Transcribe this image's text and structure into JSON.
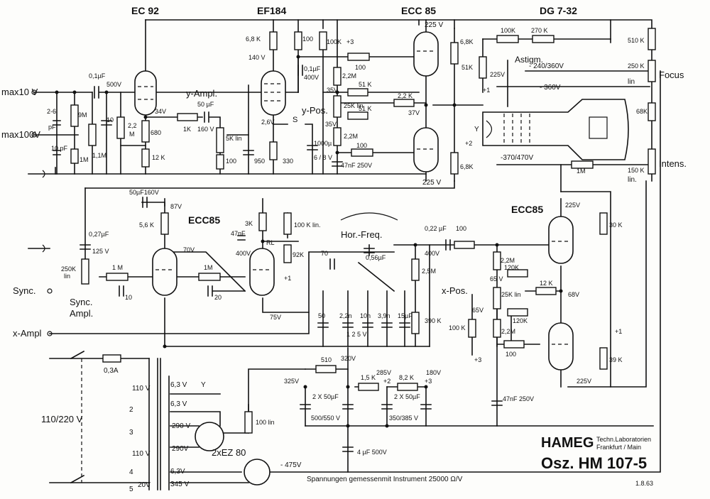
{
  "tubes": {
    "ec92": "EC 92",
    "ef184": "EF184",
    "ecc85_top": "ECC 85",
    "crt": "DG  7-32",
    "ecc85_sync": "ECC85",
    "ecc85_x": "ECC85",
    "rectifier": "2xEZ 80"
  },
  "inputs": {
    "max10": "max10 V",
    "max100": "max100V",
    "sync": "Sync.",
    "xampl": "x-Ampl"
  },
  "sections": {
    "y_ampl": "y-Ampl.",
    "y_pos": "y-Pos.",
    "hor_freq": "Hor.-Freq.",
    "x_pos": "x-Pos.",
    "sync_ampl_1": "Sync.",
    "sync_ampl_2": "Ampl.",
    "astigm": "Astigm.",
    "focus": "Focus",
    "intens": "Intens.",
    "lin1": "lin",
    "lin2": "lin.",
    "switch_s": "S",
    "y_mark": "Y",
    "mains": "110/220 V"
  },
  "values": {
    "c26": "2-6",
    "pf": "pF",
    "c01": "0,1µF",
    "v500": "500V",
    "r9m": "9M",
    "r1m1": "1,1M",
    "c10a": "10",
    "c10pf": "10 pF",
    "r1m": "1M",
    "r22m": "2,2",
    "m": "M",
    "r680": "680",
    "r12k": "12 K",
    "v34": "34V",
    "p1k": "1K",
    "c50": "50 µF",
    "v160": "160 V",
    "p5k": "5K lin",
    "r100a": "100",
    "r68k": "6,8 K",
    "r100b": "100",
    "v140": "140 V",
    "r100k": "100K",
    "plus3": "+3",
    "c01b": "0,1µF",
    "v400": "400V",
    "r100c": "100",
    "r22m2": "2,2M",
    "v35a": "35V",
    "r51ka": "51 K",
    "p25k": "25K lin",
    "r22k": "2,2 K",
    "r51kb": "51 K",
    "v35b": "35V",
    "r22m3": "2,2M",
    "r100d": "100",
    "c47": "47nF 250V",
    "v26": "2,6V",
    "r950": "950",
    "r330": "330",
    "c1000": "1000µ",
    "v68": "6 / 8 V",
    "v37": "37V",
    "v225a": "225 V",
    "v225b": "225 V",
    "r68ka": "6,8K",
    "r68kb": "6,8K",
    "r51k": "51K",
    "v225c": "225V",
    "p100k": "100K",
    "r270k": "270 K",
    "plus1": "+1",
    "plus2": "+2",
    "v240": "- 240/360V",
    "v360": "- 360V",
    "v370": "-370/470V",
    "r1mb": "1M",
    "r510k": "510 K",
    "p250k": "250 K",
    "r68kc": "68K",
    "p150k": "150  K",
    "c50_160": "50µF160V",
    "v87": "87V",
    "r56k": "5,6 K",
    "r3k": "3K",
    "p100klin": "100 K lin.",
    "c47nf": "47nF",
    "v400b": "400V",
    "rl": "RL",
    "r92k": "92K",
    "plus1b": "+1",
    "c027": "0,27µF",
    "v125": "125 V",
    "p250klin": "250K",
    "lin3": "lin",
    "v70": "70V",
    "r1mc": "1 M",
    "r1md": "1M",
    "c10b": "10",
    "c20": "20",
    "v75": "75V",
    "c70": "70",
    "c056": "0,56µF",
    "c022": "0,22 µF",
    "r100e": "100",
    "v400c": "400V",
    "p25m": "2,5M",
    "r390k": "390 K",
    "sw50": "50",
    "sw2n": "2,2n",
    "sw10n": "10n",
    "sw39n": "3,9n",
    "sw15": "15µF",
    "swn": "1   2   5   V",
    "v225d": "225V",
    "r30k": "30 K",
    "r22m4": "2,2M",
    "v65a": "65 V",
    "r120ka": "120K",
    "p25klin": "25K lin",
    "r12kb": "12 K",
    "v68b": "68V",
    "v65b": "65V",
    "r120kb": "120K",
    "r100kb": "100 K",
    "r22m5": "2,2M",
    "plus3b": "+3",
    "r100f": "100",
    "r39k": "39 K",
    "plus1c": "+1",
    "v225e": "225V",
    "c47b": "47nF 250V",
    "fuse": "0,3A",
    "v63a": "6,3 V",
    "y": "Y",
    "v63b": "6,3 V",
    "v290a": "290 V",
    "v290b": "290V",
    "v63c": "6,3V",
    "v345": "345 V",
    "v110a": "110 V",
    "v110b": "110 V",
    "v20": "20V",
    "t2": "2",
    "t3": "3",
    "t4": "4",
    "t5": "5",
    "r510": "510",
    "v320": "320V",
    "v325": "325V",
    "c2x50a": "2 X 50µF",
    "v500_550": "500/550 V",
    "r15k": "1,5 K",
    "v285": "285V",
    "plus2b": "+2",
    "r82k": "8,2 K",
    "v180": "180V",
    "plus3c": "+3",
    "c2x50b": "2 X 50µF",
    "v350": "350/385 V",
    "p100lin": "100 lin",
    "c4": "4 µF 500V",
    "v475": "- 475V"
  },
  "titleblock": {
    "brand": "HAMEG",
    "lab1": "Techn.Laboratorien",
    "lab2": "Frankfurt / Main",
    "model": "Osz.  HM  107-5",
    "note": "Spannungen gemessenmit Instrument  25000 Ω/V",
    "date": "1.8.63"
  }
}
